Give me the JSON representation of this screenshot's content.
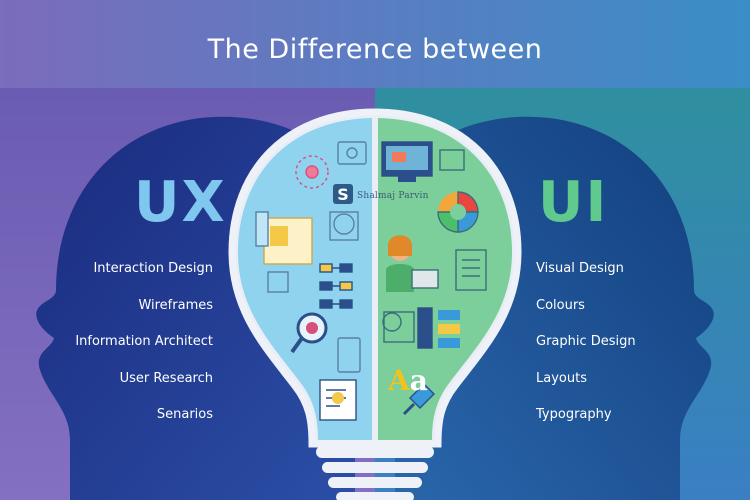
{
  "title": "The Difference between",
  "watermark": "Shalmaj Parvin",
  "ux": {
    "heading": "UX",
    "items": [
      "Interaction Design",
      "Wireframes",
      "Information Architect",
      "User Research",
      "Senarios"
    ]
  },
  "ui": {
    "heading": "UI",
    "items": [
      "Visual Design",
      "Colours",
      "Graphic Design",
      "Layouts",
      "Typography"
    ]
  },
  "typography_glyph": {
    "big": "A",
    "small": "a"
  },
  "colors": {
    "background_left": "#7c68b8",
    "background_right": "#3f8fc4",
    "head_left": "#1c2f86",
    "head_right": "#184d8e",
    "bulb_left": "#8ed3f0",
    "bulb_right": "#7fcf9c",
    "ux_accent": "#7fc7ee",
    "ui_accent": "#5fc98e"
  }
}
